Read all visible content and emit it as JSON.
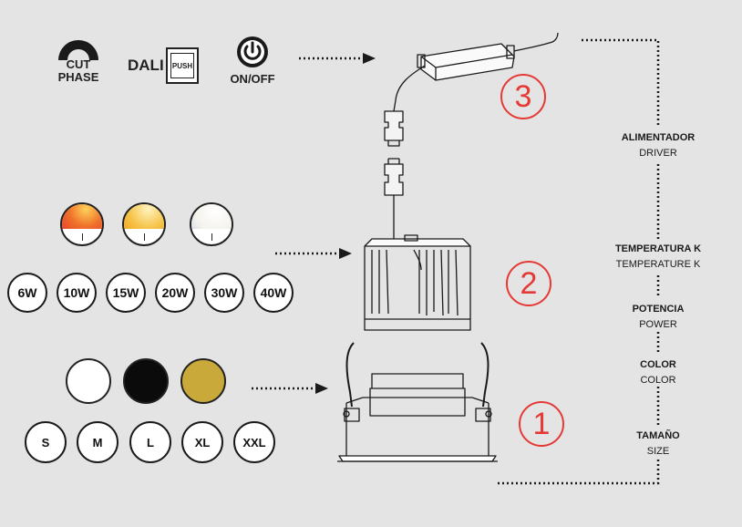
{
  "controls": {
    "cut_phase_line1": "CUT",
    "cut_phase_line2": "PHASE",
    "dali_text": "DALI",
    "push_text": "PUSH",
    "onoff_text": "ON/OFF"
  },
  "watts": [
    "6W",
    "10W",
    "15W",
    "20W",
    "30W",
    "40W"
  ],
  "sizes": [
    "S",
    "M",
    "L",
    "XL",
    "XXL"
  ],
  "finish_colors": [
    "#ffffff",
    "#0b0b0b",
    "#c9a93a"
  ],
  "temperature_colors": [
    "#f0712a",
    "#f6c44a",
    "#f4f2ec"
  ],
  "callouts": [
    "3",
    "2",
    "1"
  ],
  "right_labels": {
    "driver_es": "ALIMENTADOR",
    "driver_en": "DRIVER",
    "temp_es": "TEMPERATURA K",
    "temp_en": "TEMPERATURE K",
    "power_es": "POTENCIA",
    "power_en": "POWER",
    "color_es": "COLOR",
    "color_en": "COLOR",
    "size_es": "TAMAÑO",
    "size_en": "SIZE"
  },
  "accent": "#e53935"
}
